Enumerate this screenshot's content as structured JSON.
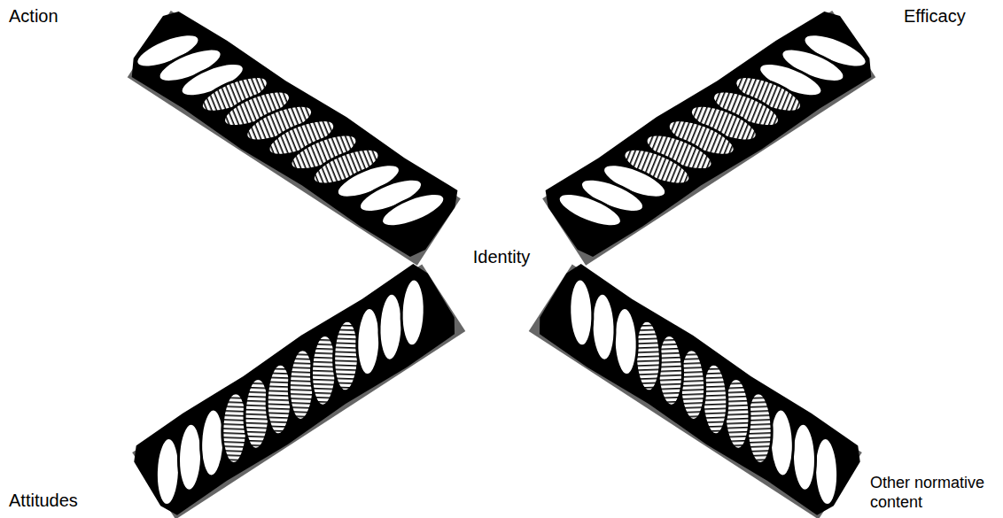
{
  "diagram": {
    "labels": [
      "Action",
      "Efficacy",
      "Identity",
      "Attitudes",
      "Other normative content"
    ]
  }
}
